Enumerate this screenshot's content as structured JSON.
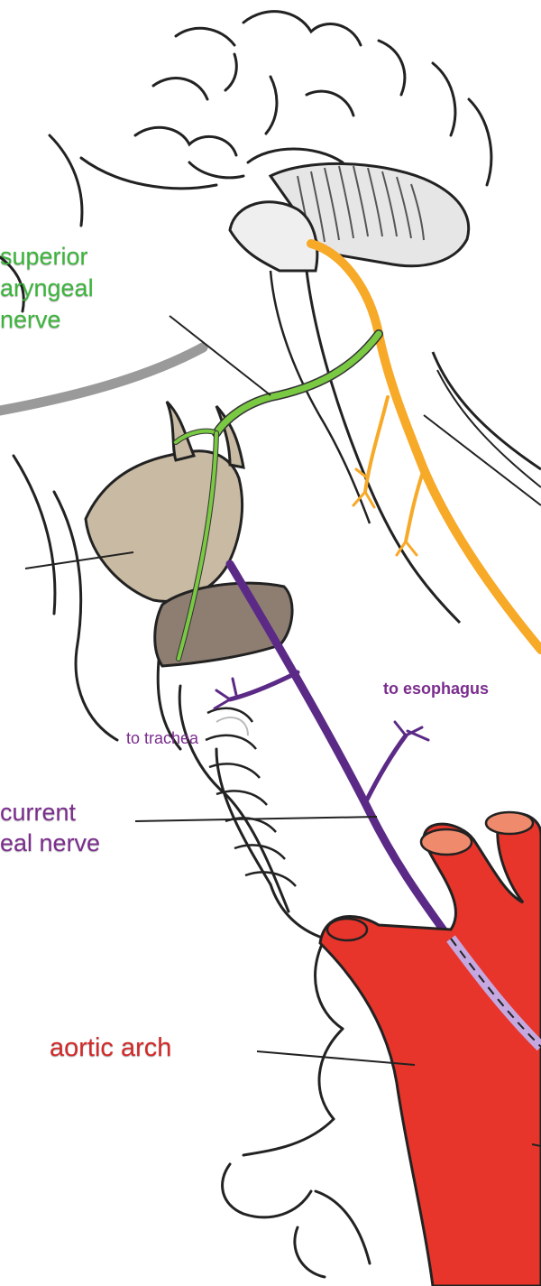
{
  "labels": {
    "superior_line1": "superior",
    "superior_line2": "aryngeal",
    "superior_line3": "nerve",
    "to_esophagus": "to esophagus",
    "to_trachea": "to trachea",
    "recurrent_line1": "current",
    "recurrent_line2": "eal nerve",
    "aortic_arch": "aortic arch"
  },
  "colors": {
    "superior_laryngeal_nerve": "#7ac943",
    "vagus_nerve": "#f7a928",
    "recurrent_laryngeal_nerve": "#5b2a86",
    "aortic_arch": "#e8352b",
    "thyroid_cartilage": "#c9bba3",
    "cricoid": "#8e7e72",
    "label_green": "#3cb53c",
    "label_purple": "#7b2d8e",
    "label_red": "#d22a2a"
  }
}
